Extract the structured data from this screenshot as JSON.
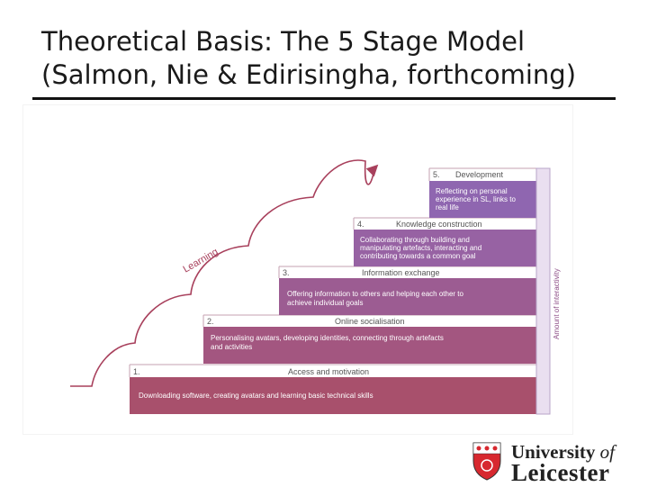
{
  "slide": {
    "title_line1": "Theoretical Basis: The 5 Stage Model",
    "title_line2": "(Salmon, Nie & Edirisingha, forthcoming)"
  },
  "diagram": {
    "learning_label": "Learning",
    "axis_label": "Amount of interactivity",
    "stages": [
      {
        "number": "1.",
        "title": "Access and motivation",
        "body": [
          "Downloading software, creating avatars and learning basic technical skills"
        ]
      },
      {
        "number": "2.",
        "title": "Online socialisation",
        "body": [
          "Personalising avatars, developing identities, connecting through artefacts",
          "and activities"
        ]
      },
      {
        "number": "3.",
        "title": "Information exchange",
        "body": [
          "Offering information to others and helping each other to",
          "achieve individual goals"
        ]
      },
      {
        "number": "4.",
        "title": "Knowledge construction",
        "body": [
          "Collaborating through building and",
          "manipulating artefacts, interacting and",
          "contributing towards a common goal"
        ]
      },
      {
        "number": "5.",
        "title": "Development",
        "body": [
          "Reflecting on personal",
          "experience in SL, links to",
          "real life"
        ]
      }
    ],
    "colors": {
      "stage1": "#a8506c",
      "stage2": "#a35680",
      "stage3": "#9c5c92",
      "stage4": "#9762a3",
      "stage5": "#8f66b0",
      "arrow": "#a8405c"
    }
  },
  "logo": {
    "line1": "University",
    "line1_of": "of",
    "line2": "Leicester"
  }
}
